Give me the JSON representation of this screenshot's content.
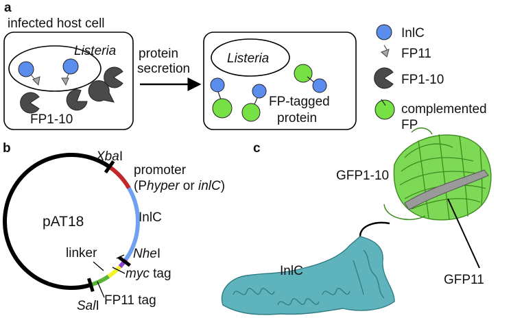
{
  "panels": {
    "a": "a",
    "b": "b",
    "c": "c"
  },
  "panel_a": {
    "box1_title": "infected host cell",
    "box1_listeria": "Listeria",
    "box1_fp110": "FP1-10",
    "arrow_line1": "protein",
    "arrow_line2": "secretion",
    "box2_listeria": "Listeria",
    "box2_label_line1": "FP-tagged",
    "box2_label_line2": "protein",
    "legend": [
      {
        "name": "InlC",
        "icon": "blue-circle"
      },
      {
        "name": "FP11",
        "icon": "gray-arrow"
      },
      {
        "name": "FP1-10",
        "icon": "dark-pacman"
      },
      {
        "name": "complemented FP",
        "line1": "complemented",
        "line2": "FP",
        "icon": "green-circle"
      }
    ],
    "colors": {
      "inlc": "#5b8def",
      "fp11": "#a7a7a7",
      "fp110": "#4a4a4a",
      "complemented": "#77e044"
    }
  },
  "panel_b": {
    "plasmid": "pAT18",
    "xbai_italic": "Xba",
    "xbai_rest": "I",
    "promoter": "promoter",
    "promoter_sub_open": "(P",
    "promoter_sub_it1": "hyper",
    "promoter_sub_or": " or ",
    "promoter_sub_it2": "inlC",
    "promoter_sub_close": ")",
    "inlc": "InlC",
    "nhei_italic": "Nhe",
    "nhei_rest": "I",
    "linker": "linker",
    "myc_italic": "myc",
    "myc_rest": " tag",
    "sali_italic": "Sal",
    "sali_rest": "I",
    "fp11_tag": "FP11 tag",
    "colors": {
      "backbone": "#000000",
      "promoter": "#c0282a",
      "inlc": "#6fa0f2",
      "linker": "#8b3fd0",
      "myc": "#f3f22b",
      "fp11": "#5bb33a"
    }
  },
  "panel_c": {
    "gfp110": "GFP1-10",
    "inlc": "InlC",
    "gfp11": "GFP11",
    "colors": {
      "gfp_barrel": "#7ed957",
      "gfp11_strand": "#9a9a9a",
      "inlc_ribbon": "#5fb3bd"
    }
  }
}
